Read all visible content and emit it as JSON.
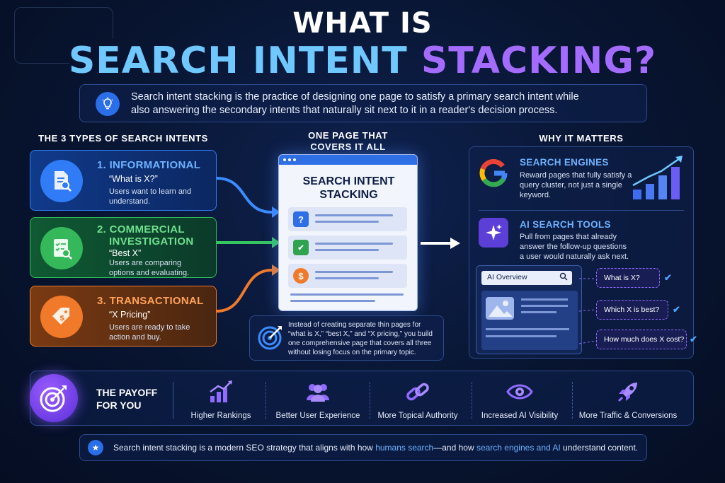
{
  "header": {
    "title_line1": "WHAT IS",
    "title_line2_part1": "SEARCH INTENT",
    "title_line2_part2": "STACKING?"
  },
  "intro": {
    "icon": "lightbulb-icon",
    "line1": "Search intent stacking is the practice of designing one page to satisfy a primary search intent while",
    "line2": "also answering the secondary intents that naturally sit next to it in a reader's decision process."
  },
  "types": {
    "heading": "THE 3 TYPES OF SEARCH INTENTS",
    "items": [
      {
        "title_line1": "1. INFORMATIONAL",
        "title_line2": "",
        "quote": "“What is X?”",
        "desc_line1": "Users want to learn and",
        "desc_line2": "understand.",
        "icon": "document-search-icon",
        "color": "#2f7cf6"
      },
      {
        "title_line1": "2. COMMERCIAL",
        "title_line2": "INVESTIGATION",
        "quote": "“Best X”",
        "desc_line1": "Users are comparing",
        "desc_line2": "options and evaluating.",
        "icon": "checklist-search-icon",
        "color": "#35b85a"
      },
      {
        "title_line1": "3. TRANSACTIONAL",
        "title_line2": "",
        "quote": "“X Pricing”",
        "desc_line1": "Users are ready to take",
        "desc_line2": "action and buy.",
        "icon": "price-tag-icon",
        "color": "#f07a2a"
      }
    ]
  },
  "center": {
    "heading_line1": "ONE PAGE THAT",
    "heading_line2": "COVERS IT ALL",
    "card_title_line1": "SEARCH INTENT",
    "card_title_line2": "STACKING",
    "row_glyphs": [
      "?",
      "✔",
      "$"
    ],
    "note_line1": "Instead of creating separate thin pages for",
    "note_line2": "“what is X,” “best X,” and “X pricing,” you build",
    "note_line3": "one comprehensive page that covers all three",
    "note_line4": "without losing focus on the primary topic."
  },
  "why": {
    "heading": "WHY IT MATTERS",
    "search_engines": {
      "title": "SEARCH ENGINES",
      "line1": "Reward pages that fully satisfy a",
      "line2": "query cluster, not just a single",
      "line3": "keyword."
    },
    "ai_tools": {
      "title": "AI SEARCH TOOLS",
      "line1": "Pull from pages that already",
      "line2": "answer the follow-up questions",
      "line3": "a user would naturally ask next."
    },
    "ai_overview_label": "AI Overview",
    "questions": [
      "What is X?",
      "Which X is best?",
      "How much does X cost?"
    ],
    "check_glyph": "✔"
  },
  "payoff": {
    "title_line1": "THE PAYOFF",
    "title_line2": "FOR YOU",
    "benefits": [
      {
        "label": "Higher Rankings",
        "icon": "rising-chart-icon"
      },
      {
        "label": "Better User Experience",
        "icon": "users-icon"
      },
      {
        "label": "More Topical Authority",
        "icon": "link-chain-icon"
      },
      {
        "label": "Increased AI Visibility",
        "icon": "eye-icon"
      },
      {
        "label": "More Traffic & Conversions",
        "icon": "rocket-icon"
      }
    ]
  },
  "footer": {
    "star_glyph": "★",
    "part1": "Search intent stacking is a modern SEO strategy that aligns with how ",
    "highlight1": "humans search",
    "part2": "—and how ",
    "highlight2": "search engines and AI",
    "part3": " understand content."
  },
  "colors": {
    "accent_blue": "#6fc8ff",
    "accent_purple": "#a46bff",
    "informational": "#2f7cf6",
    "commercial": "#35b85a",
    "transactional": "#f07a2a"
  }
}
